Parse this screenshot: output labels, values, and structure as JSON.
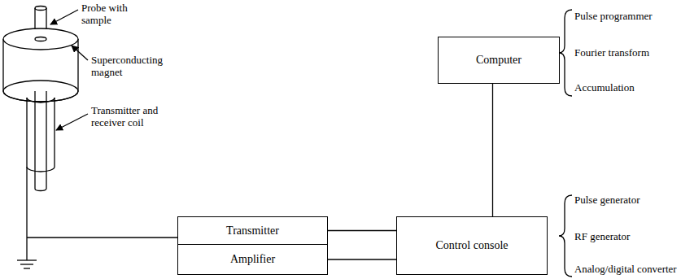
{
  "diagram": {
    "nodes": [
      {
        "text": [
          "Computer"
        ]
      },
      {
        "text": [
          "Transmitter"
        ]
      },
      {
        "text": [
          "Amplifier"
        ]
      },
      {
        "text": [
          "Control console"
        ]
      }
    ],
    "edges": [
      {
        "from": 0,
        "to": 3,
        "arrow": "none"
      },
      {
        "from": 1,
        "to": 3,
        "arrow": "none"
      },
      {
        "from": 2,
        "to": 3,
        "arrow": "none"
      }
    ],
    "labels": [
      "Probe with sample",
      "Superconducting magnet",
      "Transmitter and receiver coil",
      "Pulse programmer",
      "Fourier transform",
      "Accumulation",
      "Pulse generator",
      "RF generator",
      "Analog/digital converter"
    ]
  }
}
